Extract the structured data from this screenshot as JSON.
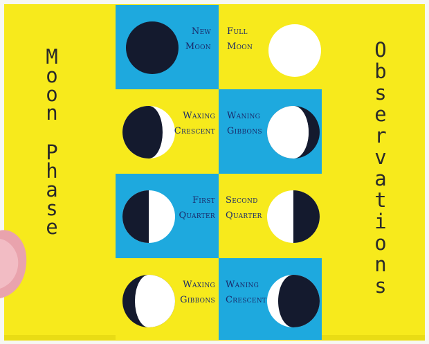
{
  "board": {
    "left_title": [
      "M",
      "o",
      "o",
      "n",
      "",
      "P",
      "h",
      "a",
      "s",
      "e"
    ],
    "right_title": [
      "O",
      "b",
      "s",
      "e",
      "r",
      "v",
      "a",
      "t",
      "i",
      "o",
      "n",
      "s"
    ]
  },
  "phases": [
    {
      "id": "new-moon",
      "line1": "New",
      "line2": "Moon"
    },
    {
      "id": "full-moon",
      "line1": "Full",
      "line2": "Moon"
    },
    {
      "id": "waxing-crescent",
      "line1": "Waxing",
      "line2": "Crescent"
    },
    {
      "id": "waning-gibbous",
      "line1": "Waning",
      "line2": "Gibbons"
    },
    {
      "id": "first-quarter",
      "line1": "First",
      "line2": "Quarter"
    },
    {
      "id": "second-quarter",
      "line1": "Second",
      "line2": "Quarter"
    },
    {
      "id": "waxing-gibbous",
      "line1": "Waxing",
      "line2": "Gibbons"
    },
    {
      "id": "waning-crescent",
      "line1": "Waning",
      "line2": "Crescent"
    }
  ],
  "colors": {
    "board": "#f7ea1c",
    "cyan": "#1ea9de",
    "moon_dark": "#141a2e",
    "moon_light": "#ffffff",
    "label_text": "#1a2a6a"
  }
}
